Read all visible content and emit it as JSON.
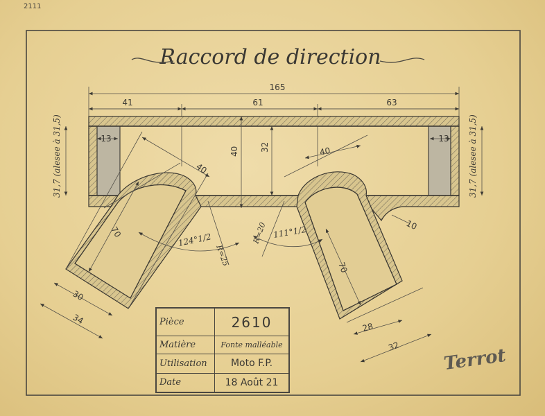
{
  "title": "Raccord de direction",
  "corner_mark": "2111",
  "dimensions": {
    "overall": "165",
    "left": "41",
    "middle": "61",
    "right": "63",
    "wall_left": "13",
    "wall_right": "13",
    "height_40": "40",
    "height_32": "32",
    "left_bore_dia": "31,7 (alesee à 31,5)",
    "right_bore_dia": "31,7 (alesee à 31,5)",
    "left_arm_width": "40",
    "right_arm_width": "40",
    "left_arm_length": "70",
    "right_arm_length": "70",
    "left_inner_dia": "30",
    "left_outer_dia": "34",
    "right_inner_dia": "28",
    "right_outer_dia": "32",
    "angle_left": "124°1/2",
    "angle_right": "111°1/2",
    "radius_left": "R=25",
    "radius_right": "R=20",
    "fillet": "10"
  },
  "title_block": {
    "piece_label": "Pièce",
    "piece_value": "2610",
    "matiere_label": "Matière",
    "matiere_value": "Fonte malléable",
    "utilisation_label": "Utilisation",
    "utilisation_value": "Moto F.P.",
    "date_label": "Date",
    "date_value": "18 Août 21"
  },
  "signature": "Terrot"
}
